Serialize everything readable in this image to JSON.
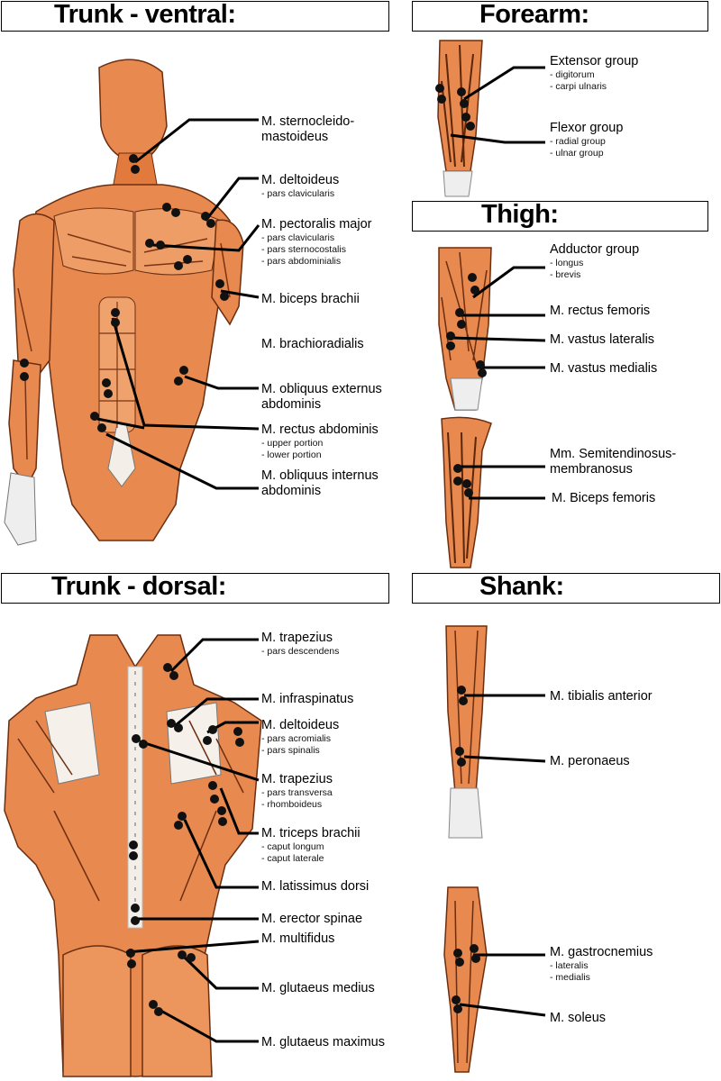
{
  "headers": {
    "trunk_ventral": "Trunk - ventral:",
    "forearm": "Forearm:",
    "thigh": "Thigh:",
    "trunk_dorsal": "Trunk - dorsal:",
    "shank": "Shank:"
  },
  "colors": {
    "muscle": "#e8894f",
    "muscle_light": "#f3b27f",
    "tendon": "#f0e8df",
    "line": "#000000"
  },
  "ventral": {
    "scm": {
      "title": "M. sternocleido-\nmastoideus",
      "subs": []
    },
    "deltoid": {
      "title": "M. deltoideus",
      "subs": [
        "- pars clavicularis"
      ]
    },
    "pectoralis": {
      "title": "M. pectoralis major",
      "subs": [
        "- pars clavicularis",
        "- pars sternocostalis",
        "- pars abdominialis"
      ]
    },
    "biceps": {
      "title": "M. biceps brachii",
      "subs": []
    },
    "brachioradialis": {
      "title": "M. brachioradialis",
      "subs": []
    },
    "obl_ext": {
      "title": "M. obliquus externus\nabdominis",
      "subs": []
    },
    "rectus": {
      "title": "M. rectus abdominis",
      "subs": [
        "- upper portion",
        "- lower portion"
      ]
    },
    "obl_int": {
      "title": "M. obliquus internus\nabdominis",
      "subs": []
    }
  },
  "forearm": {
    "extensor": {
      "title": "Extensor group",
      "subs": [
        "- digitorum",
        "- carpi ulnaris"
      ]
    },
    "flexor": {
      "title": "Flexor group",
      "subs": [
        "- radial group",
        "- ulnar group"
      ]
    }
  },
  "thigh": {
    "adductor": {
      "title": "Adductor group",
      "subs": [
        "- longus",
        "- brevis"
      ]
    },
    "rectus_fem": {
      "title": "M. rectus femoris",
      "subs": []
    },
    "vastus_lat": {
      "title": "M. vastus lateralis",
      "subs": []
    },
    "vastus_med": {
      "title": "M. vastus medialis",
      "subs": []
    },
    "semi": {
      "title": "Mm. Semitendinosus-\nmembranosus",
      "subs": []
    },
    "biceps_fem": {
      "title": "M. Biceps femoris",
      "subs": []
    }
  },
  "dorsal": {
    "trap1": {
      "title": "M. trapezius",
      "subs": [
        "- pars descendens"
      ]
    },
    "infra": {
      "title": "M. infraspinatus",
      "subs": []
    },
    "deltoid": {
      "title": "M. deltoideus",
      "subs": [
        "- pars acromialis",
        "- pars spinalis"
      ]
    },
    "trap2": {
      "title": "M. trapezius",
      "subs": [
        "- pars transversa",
        "- rhomboideus"
      ]
    },
    "triceps": {
      "title": "M. triceps brachii",
      "subs": [
        "- caput longum",
        "- caput laterale"
      ]
    },
    "latissimus": {
      "title": "M. latissimus dorsi",
      "subs": []
    },
    "erector": {
      "title": "M. erector spinae",
      "subs": []
    },
    "multifidus": {
      "title": "M. multifidus",
      "subs": []
    },
    "glut_med": {
      "title": "M. glutaeus medius",
      "subs": []
    },
    "glut_max": {
      "title": "M. glutaeus maximus",
      "subs": []
    }
  },
  "shank": {
    "tibialis": {
      "title": "M. tibialis anterior",
      "subs": []
    },
    "peronaeus": {
      "title": "M. peronaeus",
      "subs": []
    },
    "gastro": {
      "title": "M. gastrocnemius",
      "subs": [
        "- lateralis",
        "- medialis"
      ]
    },
    "soleus": {
      "title": "M. soleus",
      "subs": []
    }
  }
}
